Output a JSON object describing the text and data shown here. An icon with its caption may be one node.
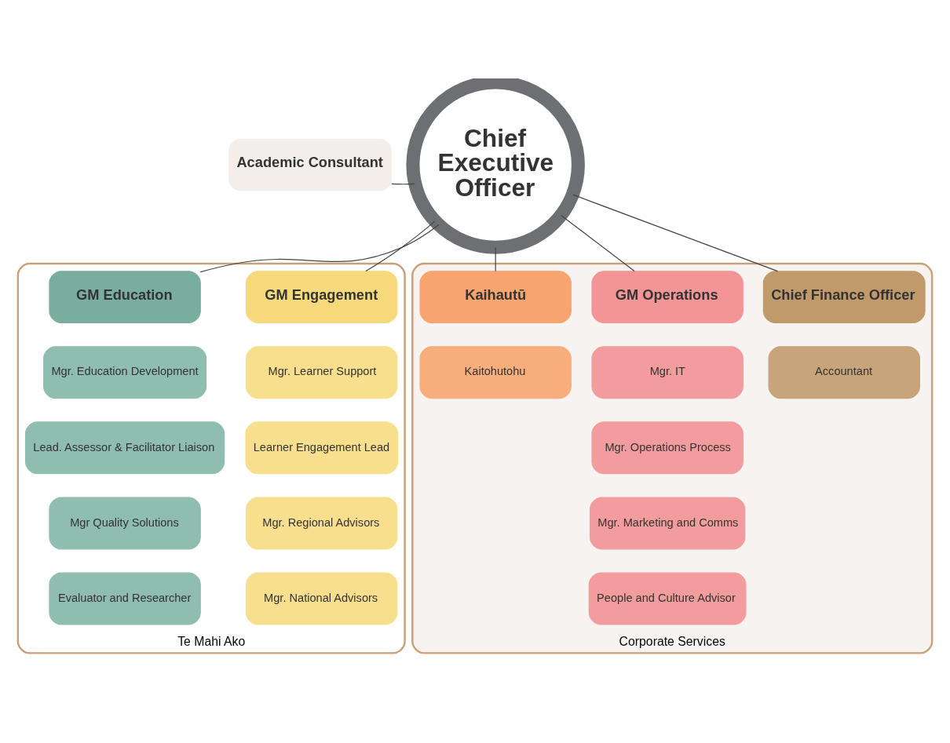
{
  "diagram": {
    "nodes": [
      {
        "text": [
          "Chief Executive Officer"
        ]
      },
      {
        "text": [
          "Academic Consultant"
        ]
      },
      {
        "text": [
          "Te Mahi Ako"
        ]
      },
      {
        "text": [
          "GM Education"
        ],
        "in": 2
      },
      {
        "text": [
          "GM Engagement"
        ],
        "in": 2
      },
      {
        "text": [
          "Corporate Services"
        ]
      },
      {
        "text": [
          "Kaihautū"
        ],
        "in": 5
      },
      {
        "text": [
          "GM Operations"
        ],
        "in": 5
      },
      {
        "text": [
          "Chief Finance Officer"
        ],
        "in": 5
      },
      {
        "text": [
          "Mgr. Education Development"
        ],
        "in": 2
      },
      {
        "text": [
          "Lead. Assessor & Facilitator Liaison"
        ],
        "in": 2
      },
      {
        "text": [
          "Mgr Quality Solutions"
        ],
        "in": 2
      },
      {
        "text": [
          "Evaluator and Researcher"
        ],
        "in": 2
      },
      {
        "text": [
          "Mgr. Learner Support"
        ],
        "in": 2
      },
      {
        "text": [
          "Learner Engagement Lead"
        ],
        "in": 2
      },
      {
        "text": [
          "Mgr. Regional Advisors"
        ],
        "in": 2
      },
      {
        "text": [
          "Mgr. National Advisors"
        ],
        "in": 2
      },
      {
        "text": [
          "Kaitohutohu"
        ],
        "in": 5
      },
      {
        "text": [
          "Mgr. IT"
        ],
        "in": 5
      },
      {
        "text": [
          "Mgr. Operations Process"
        ],
        "in": 5
      },
      {
        "text": [
          "Mgr. Marketing and Comms"
        ],
        "in": 5
      },
      {
        "text": [
          "People and Culture Advisor"
        ],
        "in": 5
      },
      {
        "text": [
          "Accountant"
        ],
        "in": 5
      }
    ],
    "edges": [
      {
        "from": 0,
        "to": 1,
        "arrow": "none"
      },
      {
        "from": 0,
        "to": 3,
        "arrow": "none"
      },
      {
        "from": 0,
        "to": 4,
        "arrow": "none"
      },
      {
        "from": 0,
        "to": 6,
        "arrow": "none"
      },
      {
        "from": 0,
        "to": 7,
        "arrow": "none"
      },
      {
        "from": 0,
        "to": 8,
        "arrow": "none"
      }
    ]
  }
}
